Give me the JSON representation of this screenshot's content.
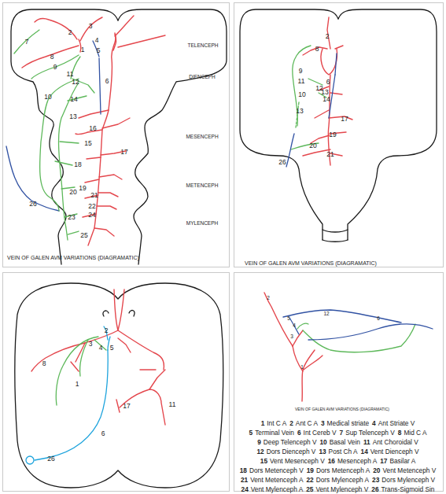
{
  "diagram": {
    "nodes": [
      {
        "text": [
          "3",
          "2",
          "TELENCEPH",
          "4",
          "7",
          "1",
          "5",
          "8",
          "9",
          "11",
          "DIENCEPH",
          "6",
          "12",
          "10",
          "14",
          "13",
          "16",
          "MESENCEPH",
          "15",
          "17",
          "18",
          "METENCEPH",
          "19",
          "20",
          "21",
          "26",
          "22",
          "24",
          "23",
          "MYLENCEPH",
          "25",
          "VEIN OF GALEN AVM VARIATIONS (DIAGRAMATIC)"
        ]
      },
      {
        "text": [
          "2",
          "8",
          "9",
          "11",
          "6",
          "12",
          "13",
          "10",
          "14",
          "13",
          "17",
          "19",
          "20",
          "21",
          "26",
          "VEIN OF GALEN AVM VARIATIONS (DIAGRAMATIC)"
        ]
      },
      {
        "text": [
          "2",
          "3",
          "4",
          "5",
          "8",
          "1",
          "17",
          "11",
          "6",
          "26"
        ]
      },
      {
        "text": [
          "2",
          "5",
          "12",
          "6",
          "4",
          "3",
          "1",
          "VEIN OF GALEN AVM VARIATIONS (DIAGRAMATIC)",
          "1",
          "Int C A",
          "2",
          "Ant C A",
          "3",
          "Medical striate",
          "4",
          "Ant Striate V",
          "5",
          "Terminal Vein",
          "6",
          "Int Cereb V",
          "7",
          "Sup Telenceph V",
          "8",
          "Mid C A",
          "9",
          "Deep Telenceph V",
          "10",
          "Basal Vein",
          "11",
          "Ant Choroidal V",
          "12",
          "Dors Dienceph V",
          "13",
          "Post Ch A",
          "14",
          "Vent Dienceph V",
          "15",
          "Vent Mesenceph V",
          "16",
          "Mesenceph A",
          "17",
          "Basilar A",
          "18",
          "Dors Metenceph V",
          "19",
          "Dors Metenceph A",
          "20",
          "Vent Metenceph V",
          "21",
          "Vent Metenceph A",
          "22",
          "Dors Mylenceph A",
          "23",
          "Dors Mylenceph V",
          "24",
          "Vent Mylenceph A",
          "25",
          "Vent Mylenceph V",
          "26",
          "Trans-Sigmoid Sin"
        ]
      }
    ]
  }
}
